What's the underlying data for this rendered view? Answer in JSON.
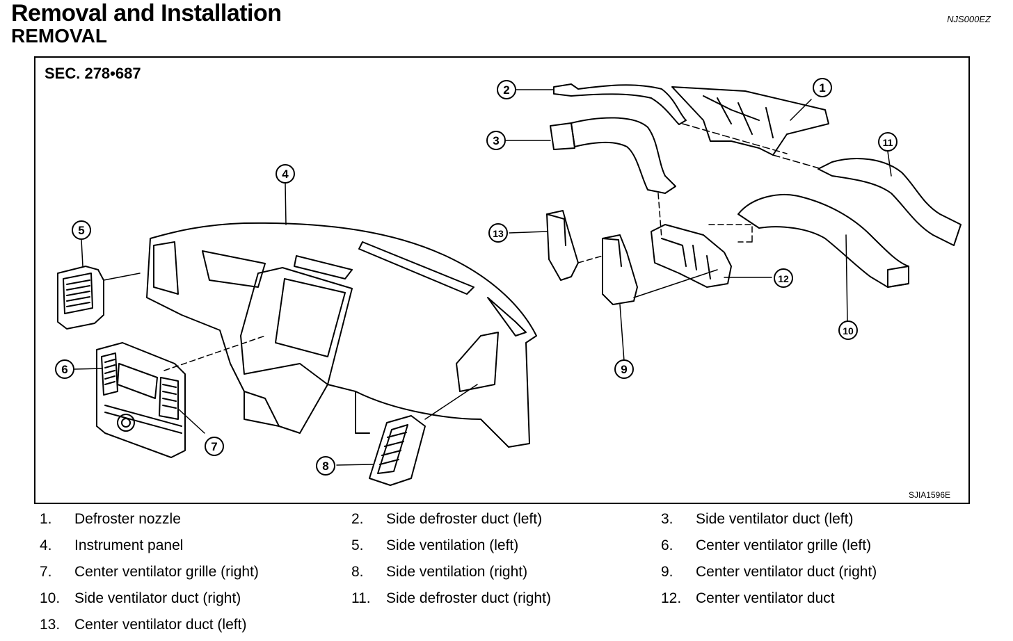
{
  "header": {
    "title": "Removal and Installation",
    "subtitle": "REMOVAL",
    "code": "NJS000EZ"
  },
  "figure": {
    "section": "SEC. 278•687",
    "figure_code": "SJIA1596E",
    "callouts": [
      "1",
      "2",
      "3",
      "4",
      "5",
      "6",
      "7",
      "8",
      "9",
      "10",
      "11",
      "12",
      "13"
    ]
  },
  "legend": [
    {
      "num": "1.",
      "label": "Defroster nozzle"
    },
    {
      "num": "2.",
      "label": "Side defroster duct (left)"
    },
    {
      "num": "3.",
      "label": "Side ventilator duct (left)"
    },
    {
      "num": "4.",
      "label": "Instrument panel"
    },
    {
      "num": "5.",
      "label": "Side ventilation (left)"
    },
    {
      "num": "6.",
      "label": "Center ventilator grille (left)"
    },
    {
      "num": "7.",
      "label": "Center ventilator grille (right)"
    },
    {
      "num": "8.",
      "label": "Side ventilation (right)"
    },
    {
      "num": "9.",
      "label": "Center ventilator duct (right)"
    },
    {
      "num": "10.",
      "label": "Side ventilator duct (right)"
    },
    {
      "num": "11.",
      "label": "Side defroster duct (right)"
    },
    {
      "num": "12.",
      "label": "Center ventilator duct"
    },
    {
      "num": "13.",
      "label": "Center ventilator duct (left)"
    }
  ]
}
